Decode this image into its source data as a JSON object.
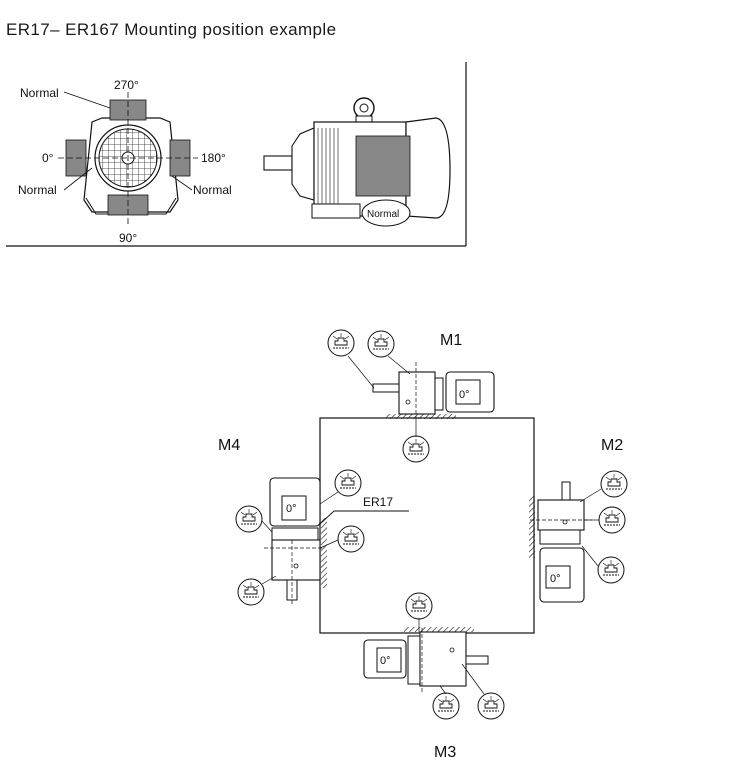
{
  "title": "ER17– ER167 Mounting position example",
  "top_diagram": {
    "angle_top": "270°",
    "angle_left": "0°",
    "angle_right": "180°",
    "angle_bottom": "90°",
    "normal_top_left": "Normal",
    "normal_bottom_left": "Normal",
    "normal_bottom_right": "Normal",
    "normal_side": "Normal"
  },
  "mounting": {
    "m1": "M1",
    "m2": "M2",
    "m3": "M3",
    "m4": "M4",
    "model": "ER17",
    "box_angle": "0°"
  },
  "colors": {
    "gray_box": "#888888",
    "line": "#111111"
  }
}
